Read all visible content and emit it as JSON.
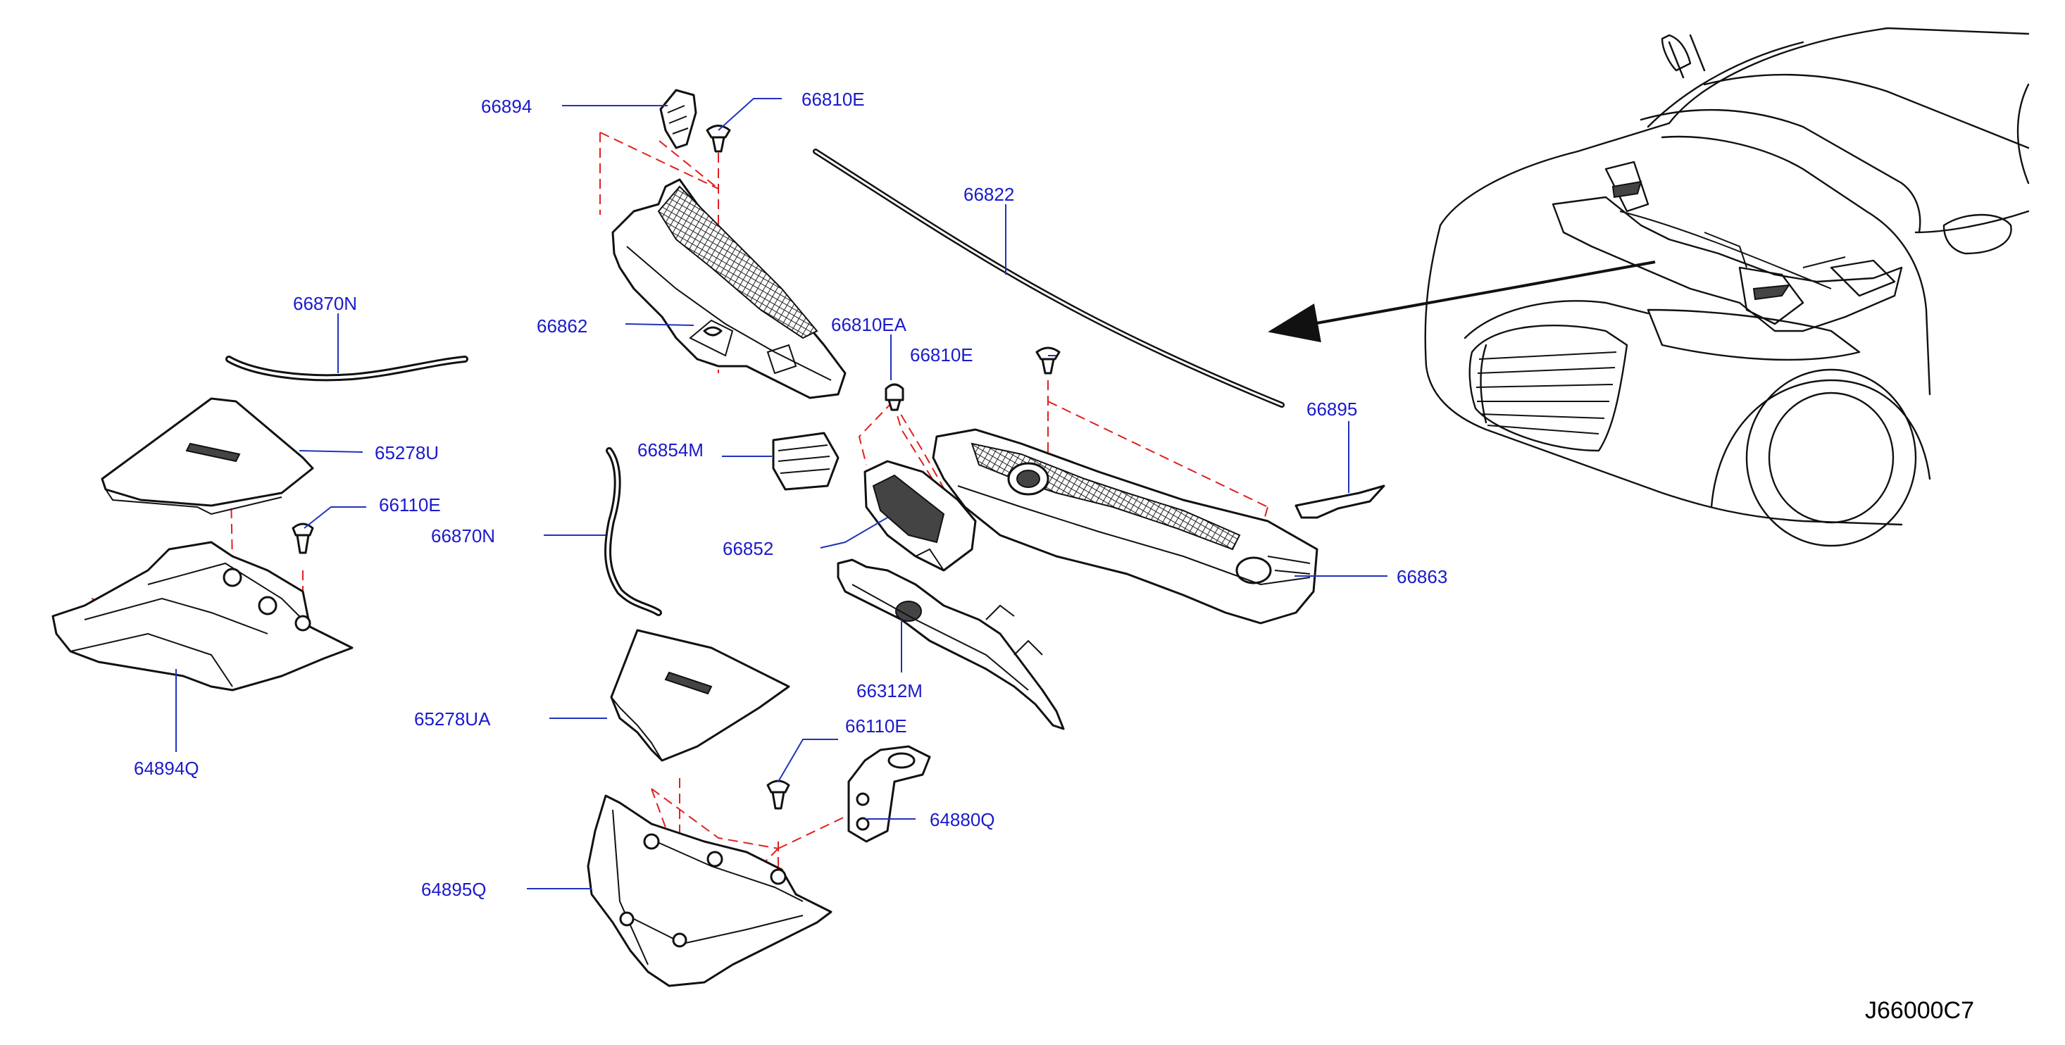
{
  "diagram_code": "J66000C7",
  "colors": {
    "label": "#1a1acc",
    "leader": "#2233bb",
    "guide": "#e02020",
    "outline": "#111111"
  },
  "labels": {
    "p66894": "66894",
    "p66810E_a": "66810E",
    "p66822": "66822",
    "p66870N_a": "66870N",
    "p66862": "66862",
    "p66810EA": "66810EA",
    "p66810E_b": "66810E",
    "p66895": "66895",
    "p65278U": "65278U",
    "p66854M": "66854M",
    "p66110E_a": "66110E",
    "p66870N_b": "66870N",
    "p66852": "66852",
    "p66863": "66863",
    "p66312M": "66312M",
    "p65278UA": "65278UA",
    "p66110E_b": "66110E",
    "p64894Q": "64894Q",
    "p64880Q": "64880Q",
    "p64895Q": "64895Q"
  }
}
